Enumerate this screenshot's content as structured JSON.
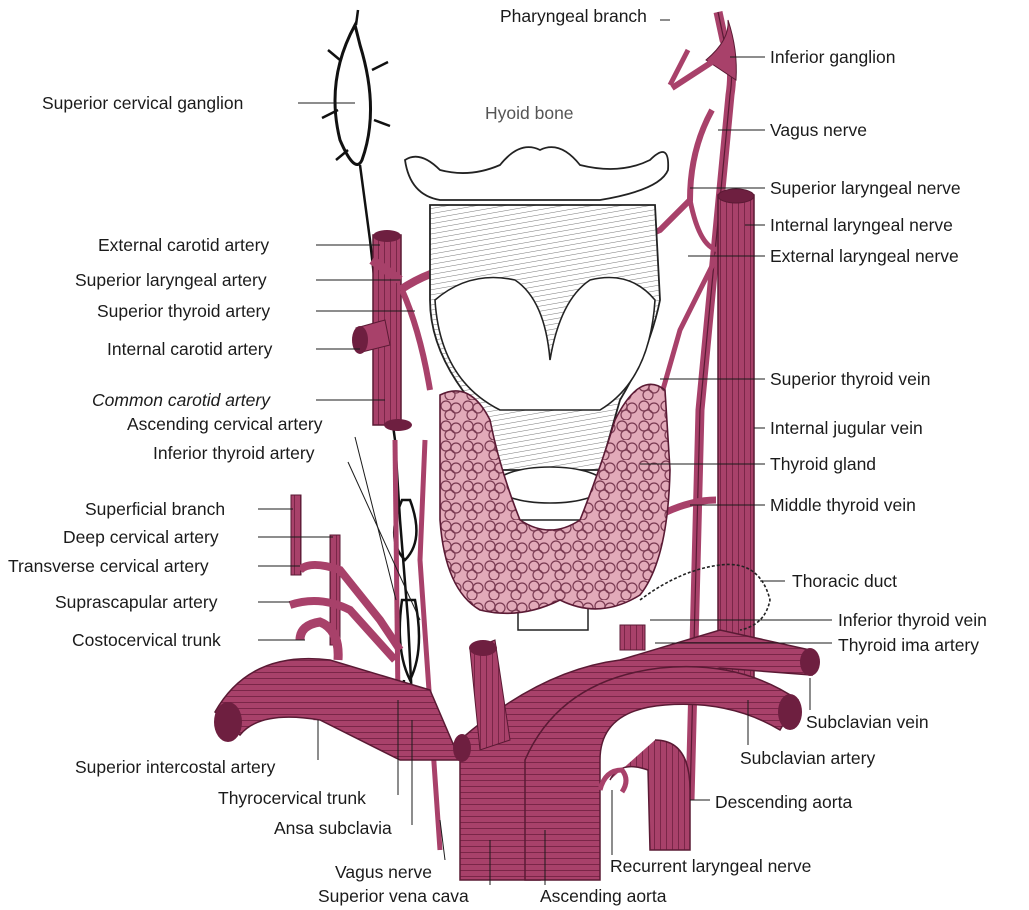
{
  "colors": {
    "artery": "#a8416a",
    "artery_dark": "#6e1f40",
    "vein": "#a8416a",
    "gland": "#e2aab9",
    "nerve": "#2a2a2a",
    "line": "#1b1b1b",
    "bone": "#ffffff"
  },
  "labels": {
    "pharyngeal_branch": "Pharyngeal branch",
    "inferior_ganglion": "Inferior ganglion",
    "superior_cervical_ganglion": "Superior cervical ganglion",
    "hyoid_bone": "Hyoid bone",
    "vagus_nerve_top": "Vagus nerve",
    "superior_laryngeal_nerve": "Superior laryngeal nerve",
    "internal_laryngeal_nerve": "Internal laryngeal nerve",
    "external_laryngeal_nerve": "External laryngeal nerve",
    "external_carotid_artery": "External carotid artery",
    "superior_laryngeal_artery": "Superior laryngeal artery",
    "superior_thyroid_artery": "Superior thyroid artery",
    "internal_carotid_artery": "Internal carotid artery",
    "common_carotid_artery": "Common carotid artery",
    "ascending_cervical_artery": "Ascending cervical artery",
    "inferior_thyroid_artery": "Inferior thyroid artery",
    "superior_thyroid_vein": "Superior thyroid vein",
    "internal_jugular_vein": "Internal jugular vein",
    "thyroid_gland": "Thyroid gland",
    "middle_thyroid_vein": "Middle thyroid vein",
    "superficial_branch": "Superficial branch",
    "deep_cervical_artery": "Deep cervical artery",
    "transverse_cervical_artery": "Transverse cervical artery",
    "suprascapular_artery": "Suprascapular artery",
    "costocervical_trunk": "Costocervical trunk",
    "thoracic_duct": "Thoracic duct",
    "inferior_thyroid_vein": "Inferior thyroid vein",
    "thyroid_ima_artery": "Thyroid ima artery",
    "subclavian_vein": "Subclavian vein",
    "subclavian_artery": "Subclavian artery",
    "superior_intercostal_artery": "Superior intercostal artery",
    "thyrocervical_trunk": "Thyrocervical trunk",
    "ansa_subclavia": "Ansa subclavia",
    "descending_aorta": "Descending aorta",
    "vagus_nerve_bottom": "Vagus nerve",
    "recurrent_laryngeal_nerve": "Recurrent laryngeal nerve",
    "superior_vena_cava": "Superior vena cava",
    "ascending_aorta": "Ascending aorta"
  }
}
